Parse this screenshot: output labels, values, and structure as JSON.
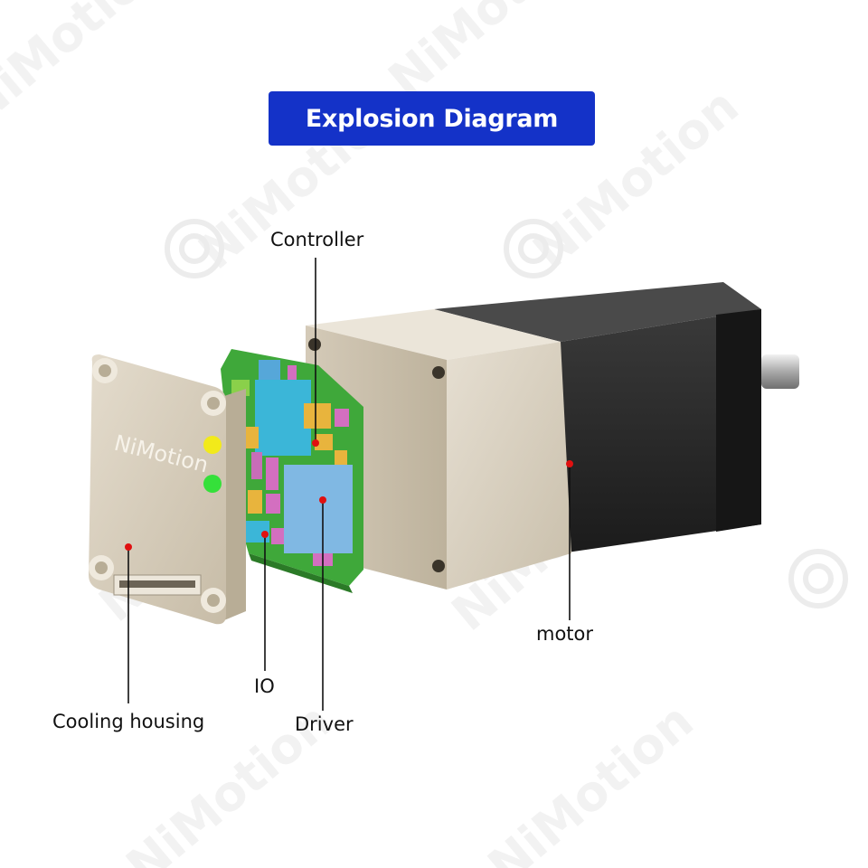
{
  "header": {
    "title": "Explosion Diagram"
  },
  "brand": {
    "housing_logo": "NiMotion",
    "watermark": "NiMotion"
  },
  "labels": {
    "controller": "Controller",
    "motor": "motor",
    "io": "IO",
    "driver": "Driver",
    "cooling_housing": "Cooling housing"
  },
  "colors": {
    "title_bg": "#1432c8",
    "title_text": "#ffffff",
    "marker": "#e01010",
    "leader_line": "#111111",
    "housing": "#d6cdbb",
    "pcb": "#3fa83a",
    "motor_black": "#232323",
    "flange": "#d9d1c2"
  },
  "icons": [
    "nimotion-logo-watermark",
    "status-led-yellow",
    "status-led-green",
    "connector-pins"
  ]
}
